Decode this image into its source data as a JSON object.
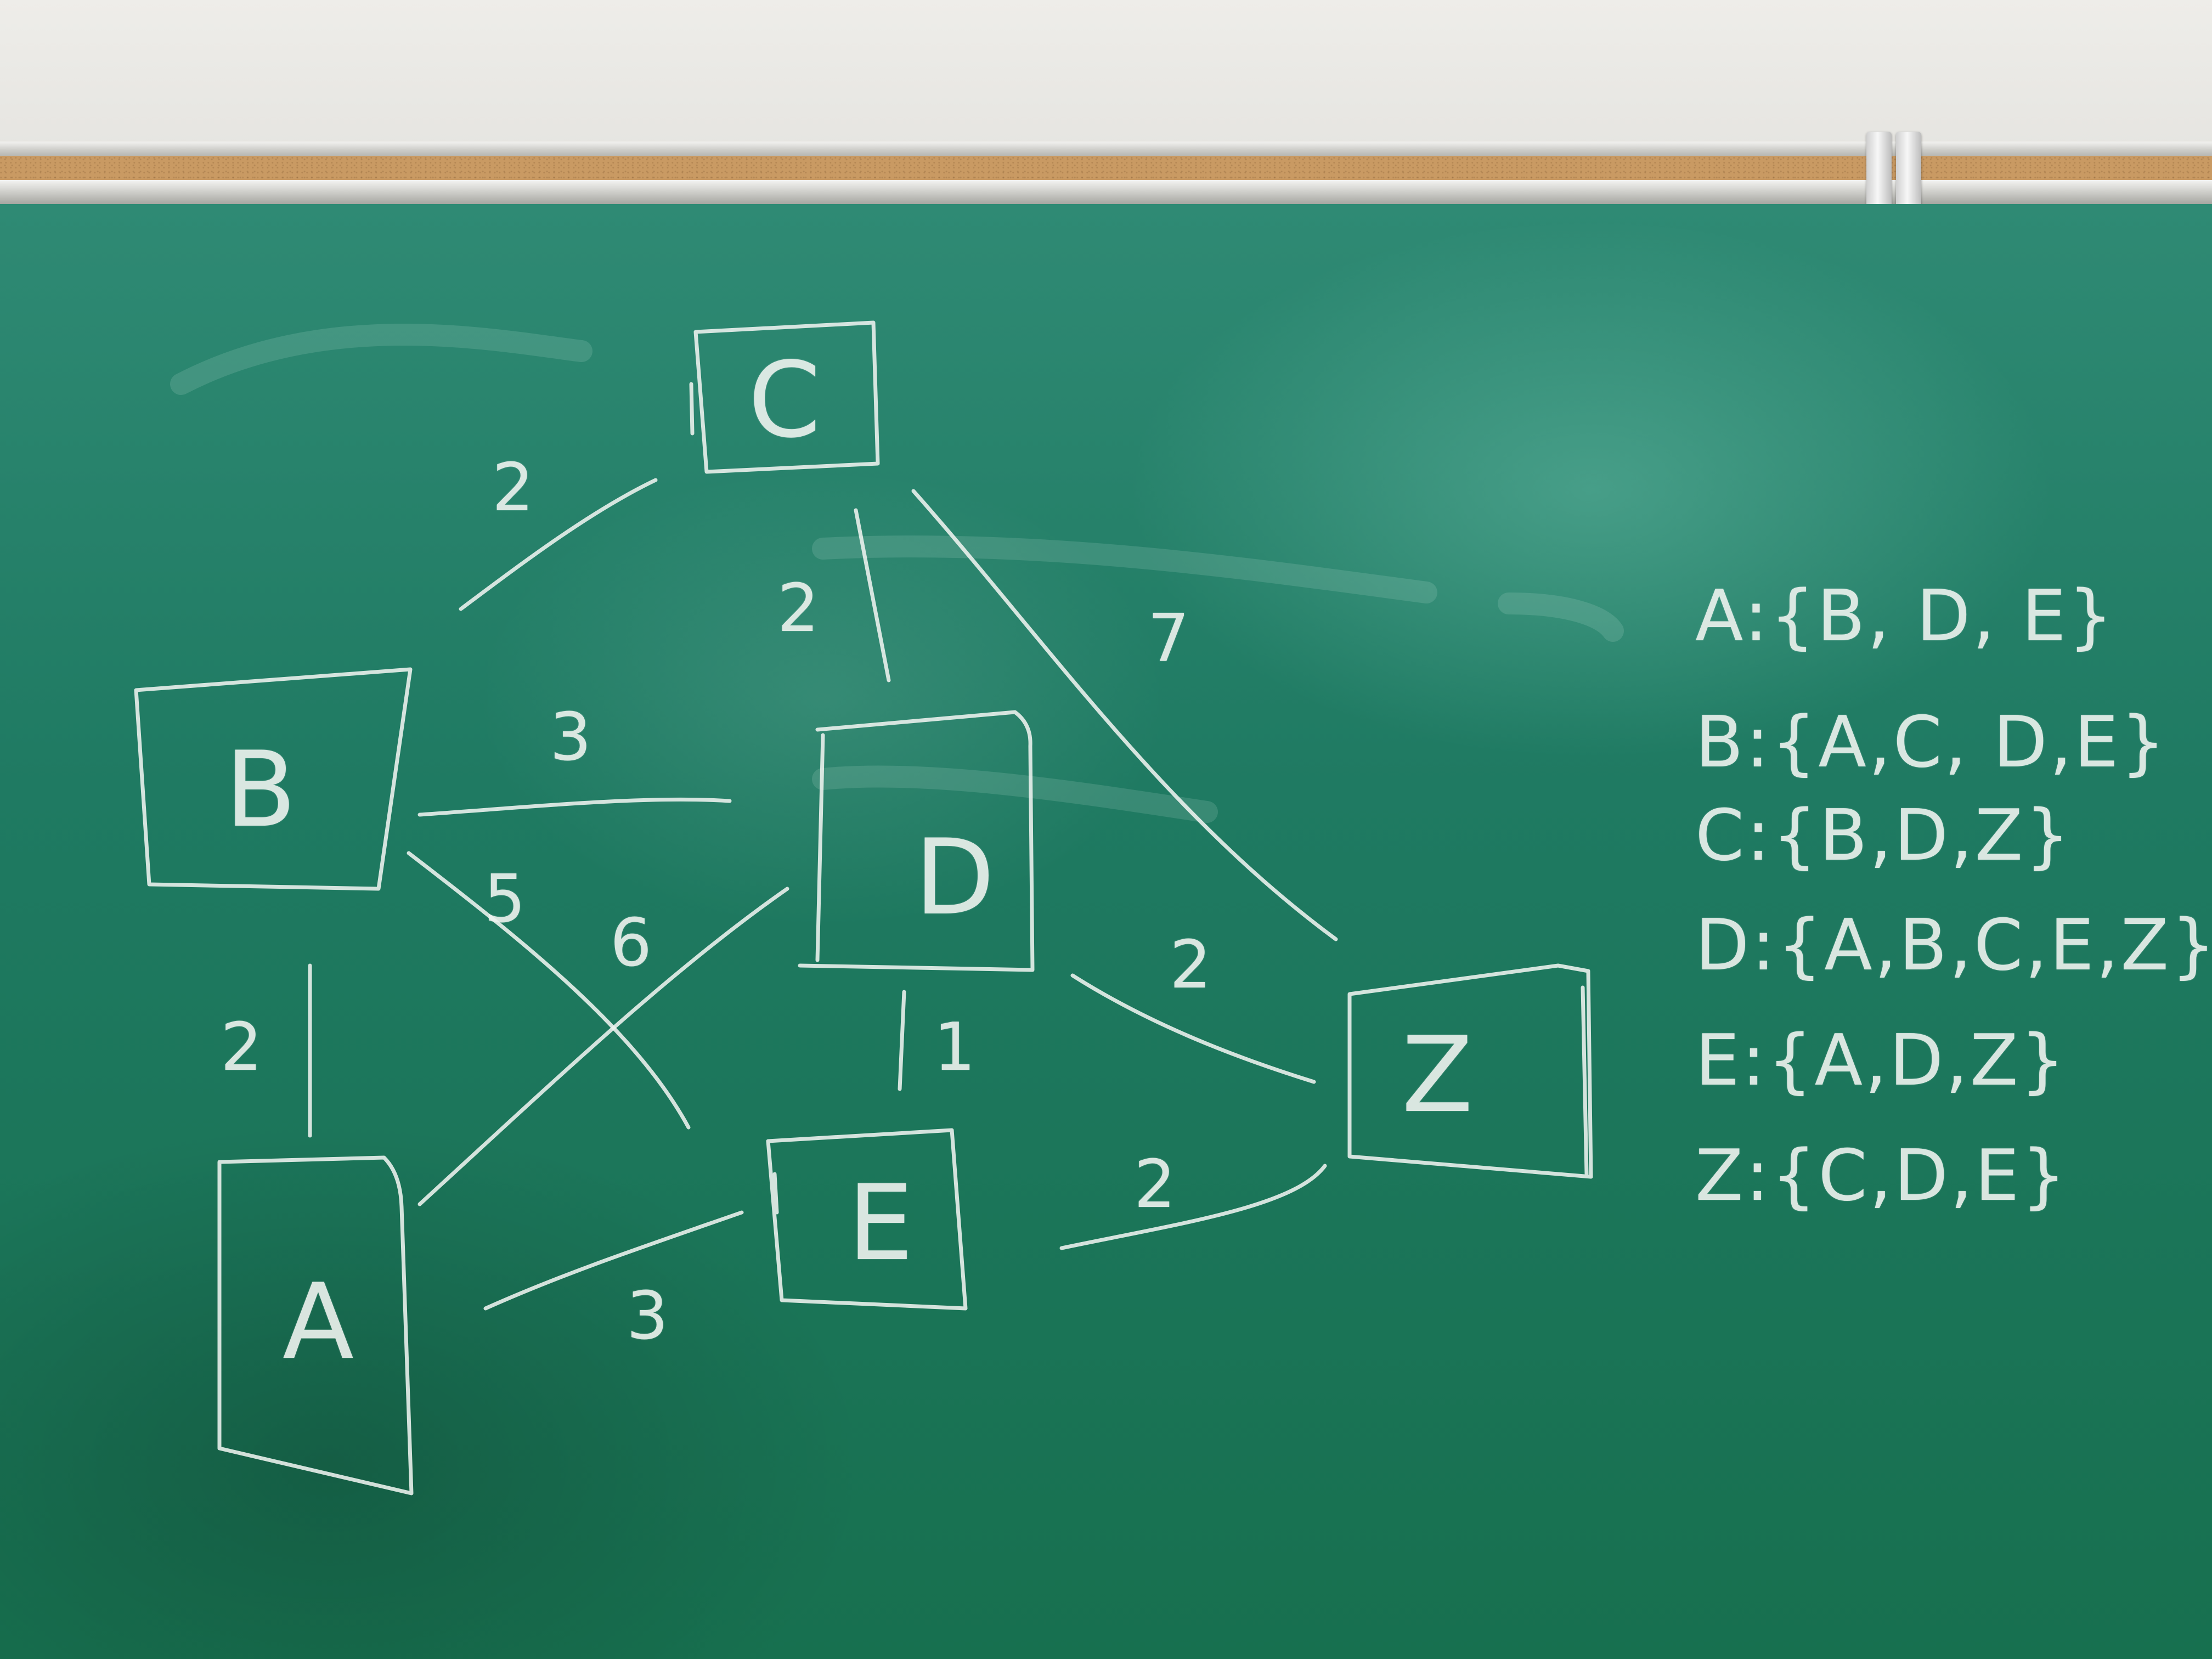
{
  "colors": {
    "board": "#1f7a62",
    "chalk": "#eef3ef",
    "cork": "#c99a63",
    "wall": "#e9e8e4"
  },
  "graph": {
    "nodes": [
      {
        "id": "A",
        "label": "A"
      },
      {
        "id": "B",
        "label": "B"
      },
      {
        "id": "C",
        "label": "C"
      },
      {
        "id": "D",
        "label": "D"
      },
      {
        "id": "E",
        "label": "E"
      },
      {
        "id": "Z",
        "label": "Z"
      }
    ],
    "edges": [
      {
        "from": "B",
        "to": "C",
        "weight": "2"
      },
      {
        "from": "C",
        "to": "D",
        "weight": "2"
      },
      {
        "from": "C",
        "to": "Z",
        "weight": "7"
      },
      {
        "from": "B",
        "to": "D",
        "weight": "3"
      },
      {
        "from": "B",
        "to": "E",
        "weight": "5"
      },
      {
        "from": "A",
        "to": "D",
        "weight": "6"
      },
      {
        "from": "A",
        "to": "B",
        "weight": "2"
      },
      {
        "from": "D",
        "to": "E",
        "weight": "1"
      },
      {
        "from": "D",
        "to": "Z",
        "weight": "2"
      },
      {
        "from": "E",
        "to": "Z",
        "weight": "2"
      },
      {
        "from": "A",
        "to": "E",
        "weight": "3"
      }
    ]
  },
  "adjacency": [
    "A:{B, D, E}",
    "B:{A,C, D,E}",
    "C:{B,D,Z}",
    "D:{A,B,C,E,Z}",
    "E:{A,D,Z}",
    "Z:{C,D,E}"
  ]
}
